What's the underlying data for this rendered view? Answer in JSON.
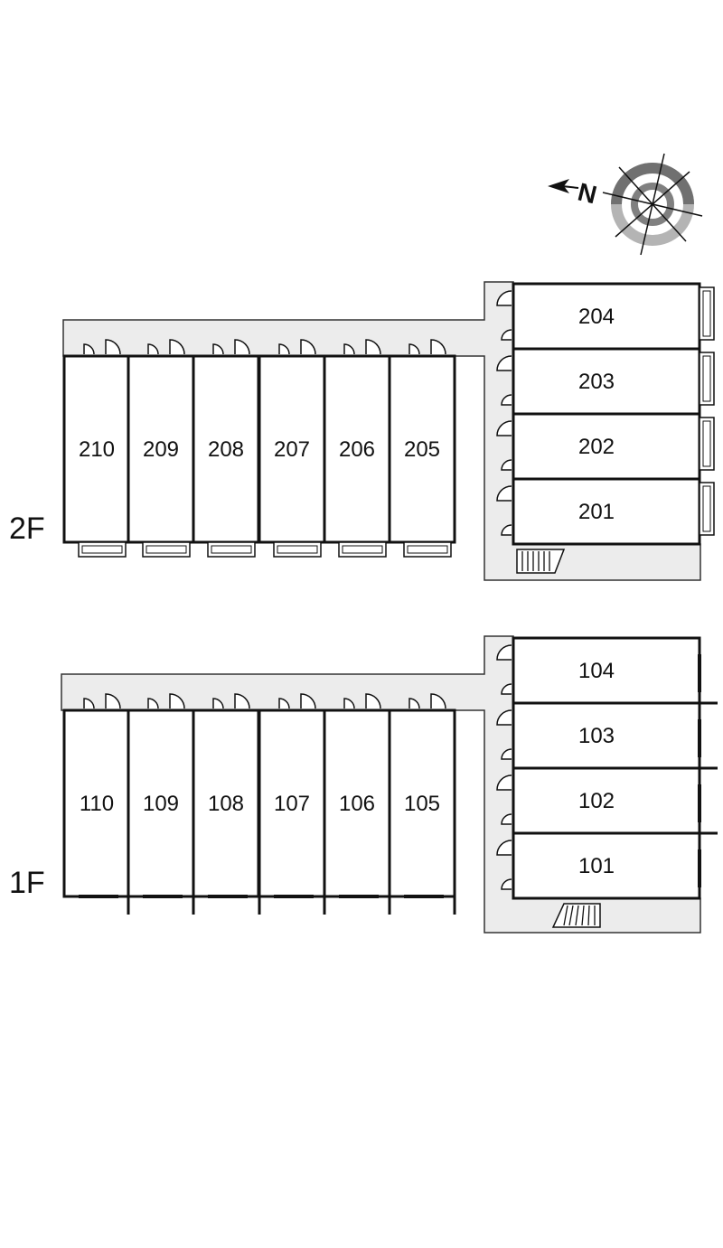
{
  "compass": {
    "north_letter": "N"
  },
  "floors": [
    {
      "label": "2F",
      "row_units": [
        "210",
        "209",
        "208",
        "207",
        "206",
        "205"
      ],
      "stack_units": [
        "204",
        "203",
        "202",
        "201"
      ]
    },
    {
      "label": "1F",
      "row_units": [
        "110",
        "109",
        "108",
        "107",
        "106",
        "105"
      ],
      "stack_units": [
        "104",
        "103",
        "102",
        "101"
      ]
    }
  ],
  "colors": {
    "corridor": "#ececec",
    "wall": "#111111",
    "compass_ring_dark": "#707070",
    "compass_ring_light": "#b4b4b4"
  }
}
